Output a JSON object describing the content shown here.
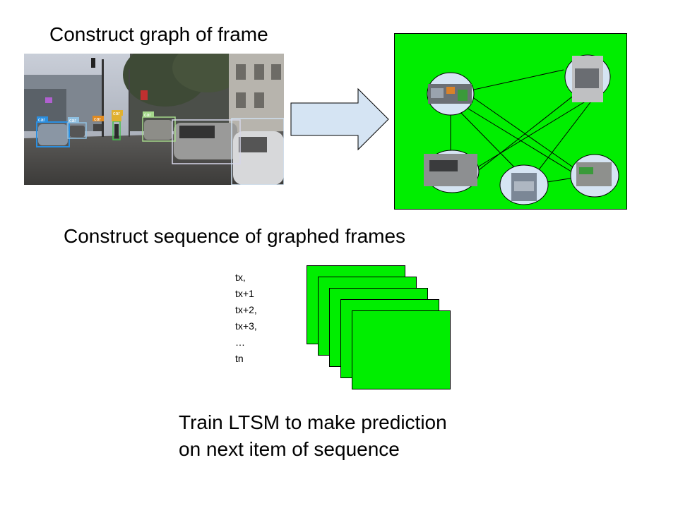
{
  "headings": {
    "construct_graph": "Construct graph of frame",
    "construct_sequence": "Construct sequence of graphed frames",
    "train_line1": "Train LTSM to make prediction",
    "train_line2": "on next item of sequence"
  },
  "time_steps": [
    "tx,",
    "tx+1",
    "tx+2,",
    "tx+3,",
    "…",
    "tn"
  ],
  "detection_labels": [
    "car",
    "car",
    "car",
    "car",
    "car"
  ],
  "colors": {
    "graph_background": "#00ee00",
    "arrow_fill": "#d5e4f3",
    "node_fill": "#d5e4f3",
    "frame_fill": "#00ee00"
  }
}
